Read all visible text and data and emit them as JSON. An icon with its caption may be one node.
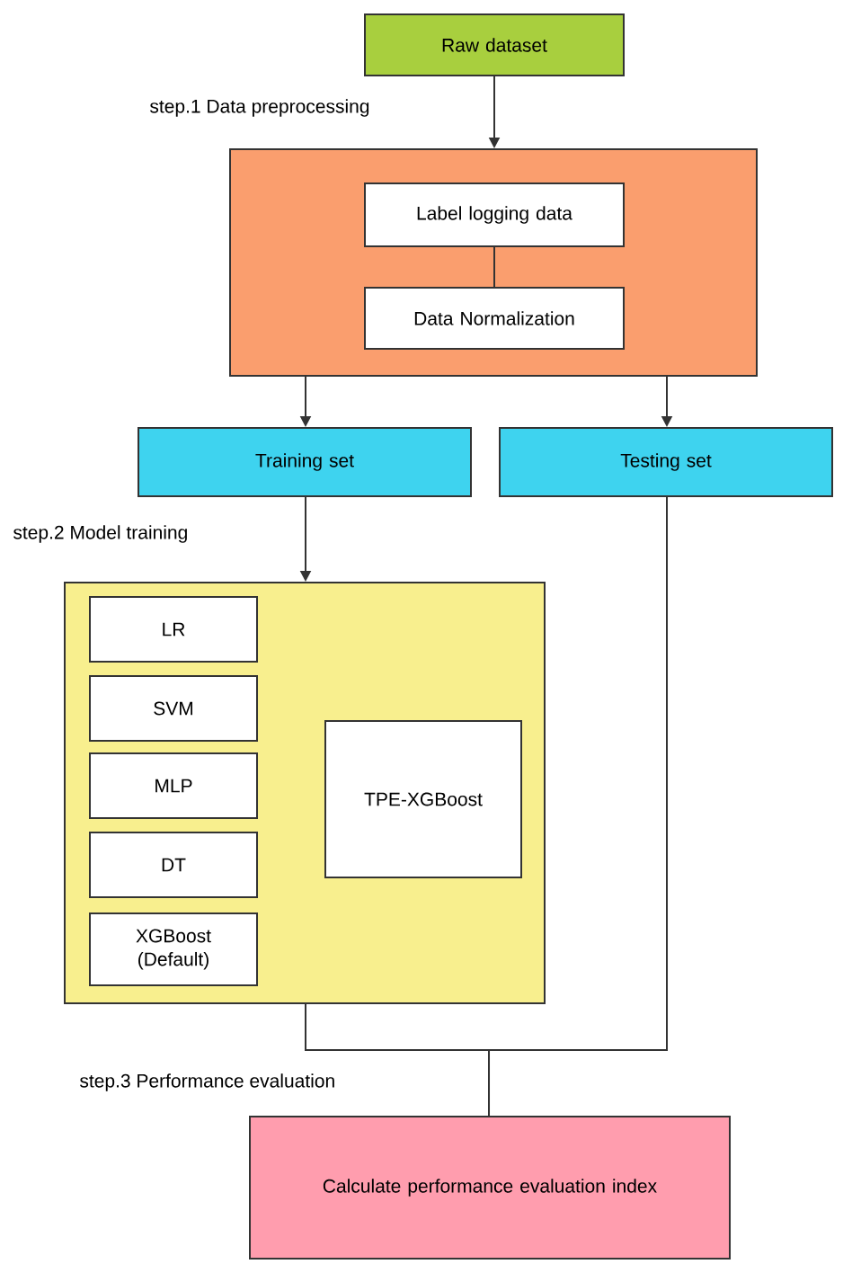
{
  "diagram": {
    "nodes": [
      {
        "text": [
          "Raw dataset"
        ]
      },
      {
        "text": [],
        "shape": "box"
      },
      {
        "text": [
          "Label logging data"
        ],
        "in": 1
      },
      {
        "text": [
          "Data Normalization"
        ],
        "in": 1
      },
      {
        "text": [
          "Training set"
        ]
      },
      {
        "text": [
          "Testing set"
        ]
      },
      {
        "text": [],
        "shape": "box"
      },
      {
        "text": [
          "LR"
        ],
        "in": 6
      },
      {
        "text": [
          "SVM"
        ],
        "in": 6
      },
      {
        "text": [
          "MLP"
        ],
        "in": 6
      },
      {
        "text": [
          "DT"
        ],
        "in": 6
      },
      {
        "text": [
          "XGBoost (Default)"
        ],
        "in": 6
      },
      {
        "text": [
          "TPE-XGBoost"
        ],
        "in": 6
      },
      {
        "text": [
          "Calculate performance evaluation index"
        ]
      }
    ],
    "edges": [
      {
        "from": 0,
        "to": 1,
        "arrow": "to"
      },
      {
        "from": 2,
        "to": 3,
        "arrow": "none"
      },
      {
        "from": 1,
        "to": 4,
        "arrow": "to"
      },
      {
        "from": 1,
        "to": 5,
        "arrow": "to"
      },
      {
        "from": 4,
        "to": 6,
        "arrow": "to"
      },
      {
        "from": 6,
        "to": 13,
        "arrow": "none"
      },
      {
        "from": 5,
        "to": 13,
        "arrow": "none"
      }
    ],
    "labels": [
      "step.1 Data preprocessing",
      "step.2 Model training",
      "step.3 Performance evaluation"
    ]
  }
}
